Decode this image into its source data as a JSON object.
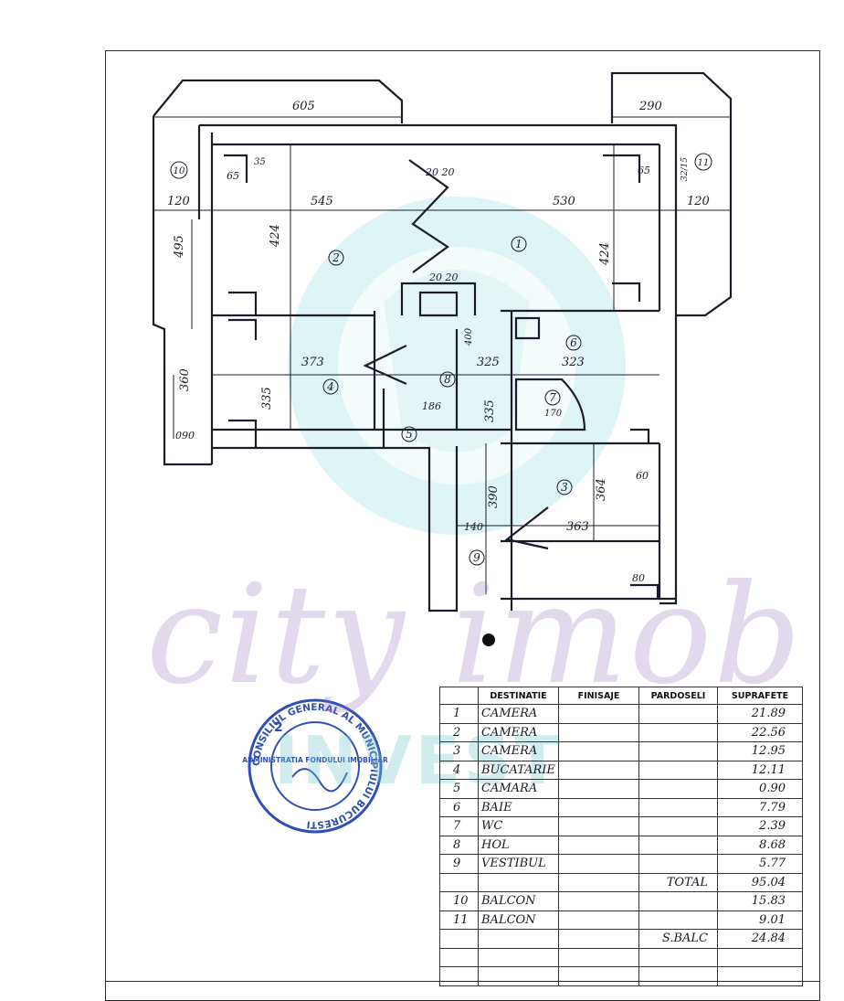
{
  "plan": {
    "dimensions": {
      "d605": "605",
      "d290": "290",
      "d545": "545",
      "d530": "530",
      "d120a": "120",
      "d120b": "120",
      "d495": "495",
      "d424a": "424",
      "d424b": "424",
      "d65a": "65",
      "d35": "35",
      "d65b": "65",
      "d3215": "32/15",
      "d373": "373",
      "d325": "325",
      "d323": "323",
      "d335a": "335",
      "d335b": "335",
      "d186": "186",
      "d170": "170",
      "d390": "390",
      "d364": "364",
      "d363": "363",
      "d140": "140",
      "d360": "360",
      "d090": "090",
      "d80": "80",
      "d60": "60",
      "d2020a": "20 20",
      "d2020b": "20 20",
      "d400": "400"
    },
    "room_numbers": [
      "1",
      "2",
      "3",
      "4",
      "5",
      "6",
      "7",
      "8",
      "9",
      "10",
      "11"
    ]
  },
  "legend": {
    "headers": {
      "nr": "",
      "destinatie": "DESTINATIE",
      "finisaje": "FINISAJE",
      "pardoseli": "PARDOSELI",
      "suprafete": "SUPRAFETE"
    },
    "rows": [
      {
        "nr": "1",
        "destinatie": "CAMERA",
        "pardoseli": "",
        "suprafete": "21.89"
      },
      {
        "nr": "2",
        "destinatie": "CAMERA",
        "pardoseli": "",
        "suprafete": "22.56"
      },
      {
        "nr": "3",
        "destinatie": "CAMERA",
        "pardoseli": "",
        "suprafete": "12.95"
      },
      {
        "nr": "4",
        "destinatie": "BUCATARIE",
        "pardoseli": "",
        "suprafete": "12.11"
      },
      {
        "nr": "5",
        "destinatie": "CAMARA",
        "pardoseli": "",
        "suprafete": "0.90"
      },
      {
        "nr": "6",
        "destinatie": "BAIE",
        "pardoseli": "",
        "suprafete": "7.79"
      },
      {
        "nr": "7",
        "destinatie": "WC",
        "pardoseli": "",
        "suprafete": "2.39"
      },
      {
        "nr": "8",
        "destinatie": "HOL",
        "pardoseli": "",
        "suprafete": "8.68"
      },
      {
        "nr": "9",
        "destinatie": "VESTIBUL",
        "pardoseli": "",
        "suprafete": "5.77"
      },
      {
        "nr": "",
        "destinatie": "",
        "pardoseli": "TOTAL",
        "suprafete": "95.04"
      },
      {
        "nr": "10",
        "destinatie": "BALCON",
        "pardoseli": "",
        "suprafete": "15.83"
      },
      {
        "nr": "11",
        "destinatie": "BALCON",
        "pardoseli": "",
        "suprafete": "9.01"
      },
      {
        "nr": "",
        "destinatie": "",
        "pardoseli": "S.BALC",
        "suprafete": "24.84"
      },
      {
        "nr": "",
        "destinatie": "",
        "pardoseli": "",
        "suprafete": ""
      },
      {
        "nr": "",
        "destinatie": "",
        "pardoseli": "",
        "suprafete": ""
      }
    ]
  },
  "stamp": {
    "ring_text": "CONSILIUL GENERAL AL MUNICIPIULUI BUCURESTI",
    "inner_text": "ADMINISTRATIA FONDULUI IMOBILIAR",
    "number": "2"
  },
  "watermark": {
    "script": "city imob",
    "word": "INVEST"
  },
  "colors": {
    "line": "#1c1c2a",
    "watermark_teal": "#7fd6d4",
    "watermark_purple": "#b9a3d6",
    "stamp_blue": "#2f4fb5"
  }
}
